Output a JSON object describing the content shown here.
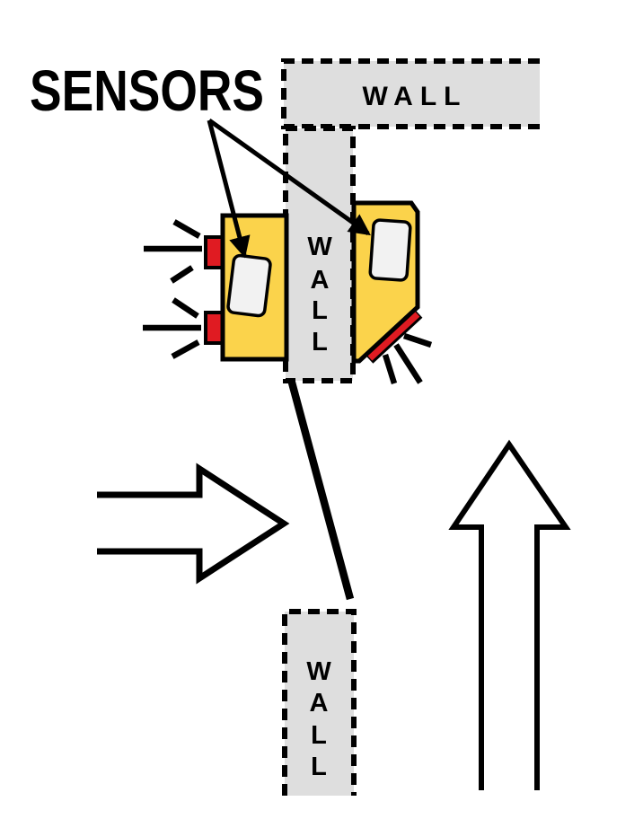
{
  "diagram": {
    "title": "SENSORS",
    "walls": {
      "top": {
        "label": "WALL"
      },
      "middle": {
        "letters": [
          "W",
          "A",
          "L",
          "L"
        ]
      },
      "bottom": {
        "letters": [
          "W",
          "A",
          "L",
          "L"
        ]
      }
    }
  },
  "colors": {
    "background": "#FFFFFF",
    "wall_fill": "#DEDEDE",
    "robot_yellow": "#FBD34B",
    "emitter_red": "#E01B22",
    "window_gray": "#F2F2F2",
    "outline_black": "#000000"
  }
}
